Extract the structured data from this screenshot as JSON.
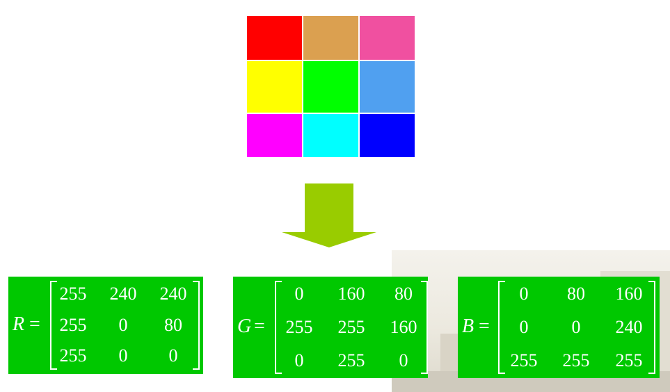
{
  "color_grid": {
    "cells": [
      "#ff0000",
      "#dba050",
      "#f050a0",
      "#ffff00",
      "#00ff00",
      "#50a0f0",
      "#ff00ff",
      "#00ffff",
      "#0000ff"
    ]
  },
  "arrow": {
    "color": "#99cc00"
  },
  "matrix_color": "#00c800",
  "matrices": [
    {
      "symbol": "R",
      "equals": "=",
      "rows": [
        [
          "255",
          "240",
          "240"
        ],
        [
          "255",
          "0",
          "80"
        ],
        [
          "255",
          "0",
          "0"
        ]
      ]
    },
    {
      "symbol": "G",
      "equals": "=",
      "rows": [
        [
          "0",
          "160",
          "80"
        ],
        [
          "255",
          "255",
          "160"
        ],
        [
          "0",
          "255",
          "0"
        ]
      ]
    },
    {
      "symbol": "B",
      "equals": "=",
      "rows": [
        [
          "0",
          "80",
          "160"
        ],
        [
          "0",
          "0",
          "240"
        ],
        [
          "255",
          "255",
          "255"
        ]
      ]
    }
  ]
}
